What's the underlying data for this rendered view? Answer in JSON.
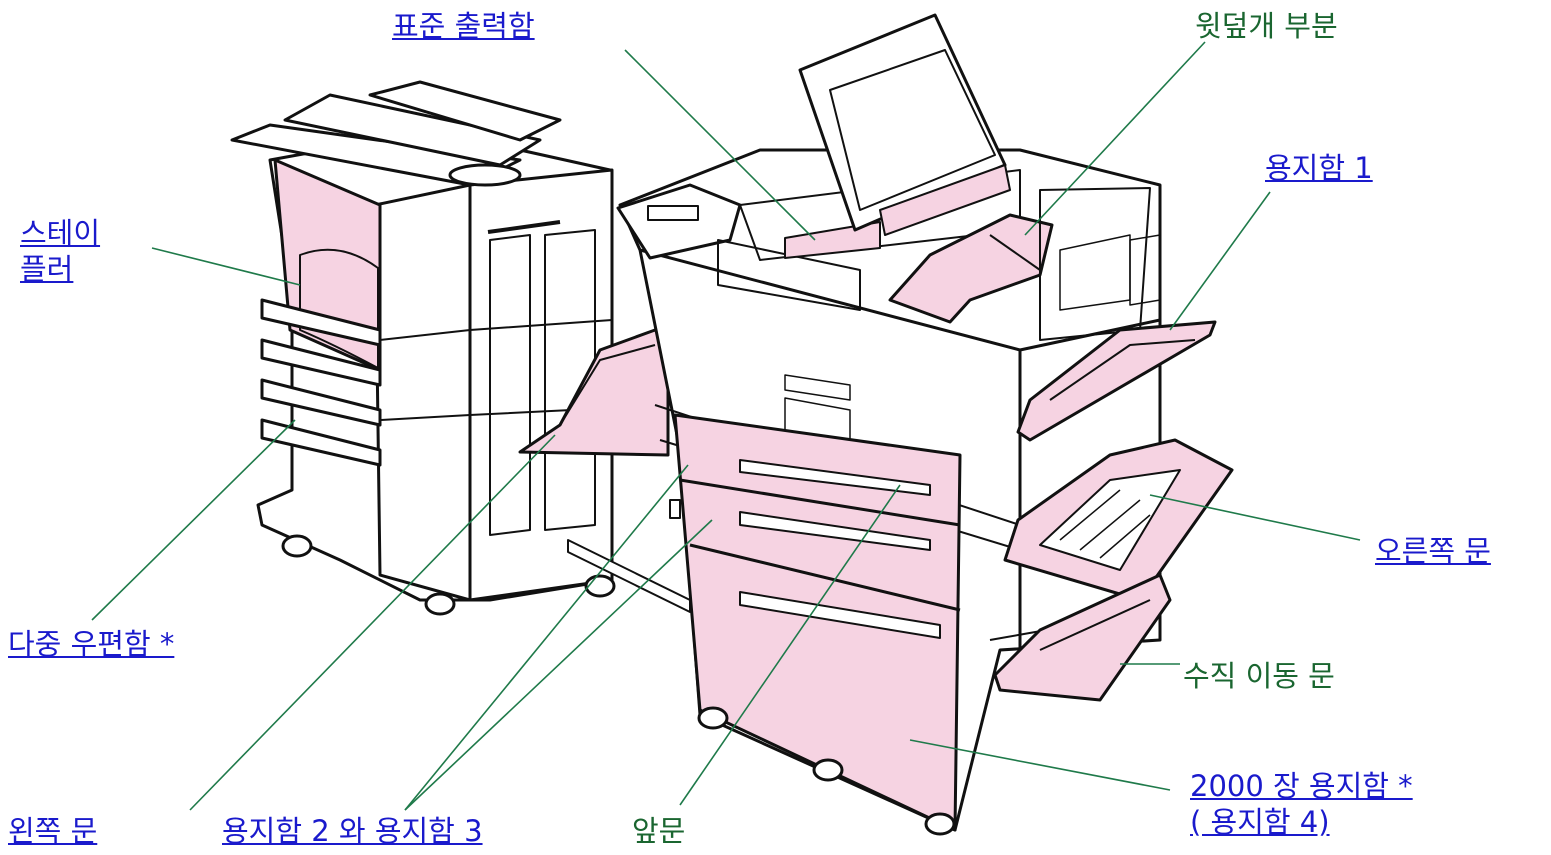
{
  "colors": {
    "link": "#1a1acc",
    "plain_label": "#1a6630",
    "leader": "#1f7a4a",
    "part_fill": "#f6d3e2",
    "outline": "#111111"
  },
  "labels": {
    "standard_output_bin": "표준 출력함",
    "top_cover": "윗덮개 부분",
    "stapler_line1": "스테이",
    "stapler_line2": "플러",
    "tray1": "용지함 1",
    "right_door": "오른쪽 문",
    "multi_bin_mailbox": "다중 우편함 *",
    "vertical_transfer_door": "수직 이동 문",
    "tray4_line1": "2000 장 용지함 *",
    "tray4_line2": "( 용지함 4)",
    "left_door": "왼쪽 문",
    "trays_2_3": "용지함 2 와 용지함 3",
    "front_door": "앞문"
  }
}
